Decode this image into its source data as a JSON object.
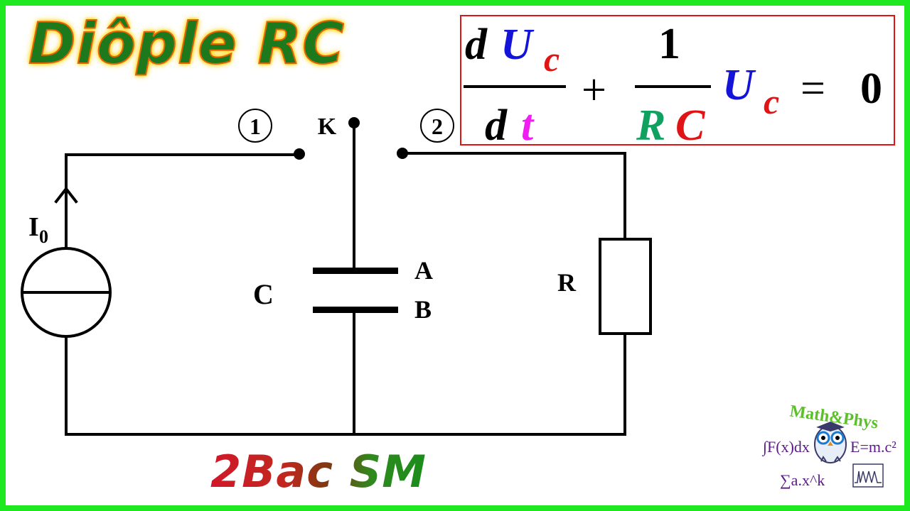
{
  "title": "Diôple RC",
  "subtitle": "2Bac SM",
  "equation": {
    "d1": "d",
    "u1": "U",
    "c1": "c",
    "d2": "d",
    "t": "t",
    "plus": "+",
    "one": "1",
    "r": "R",
    "c2": "C",
    "u2": "U",
    "c3": "c",
    "equals": "=",
    "zero": "0"
  },
  "circuit": {
    "pos1": "1",
    "switch": "K",
    "pos2": "2",
    "source_i": "I",
    "source_sub": "0",
    "capacitor": "C",
    "plate_a": "A",
    "plate_b": "B",
    "resistor": "R"
  },
  "logo": {
    "brand": "Math&Phys",
    "integral": "∫F(x)dx",
    "energy": "E=m.c²",
    "sum": "∑a.x^k"
  },
  "colors": {
    "frame": "#1ee81e",
    "blue": "#1414d8",
    "red": "#e01414",
    "magenta": "#f01ef0",
    "green": "#10a060"
  }
}
